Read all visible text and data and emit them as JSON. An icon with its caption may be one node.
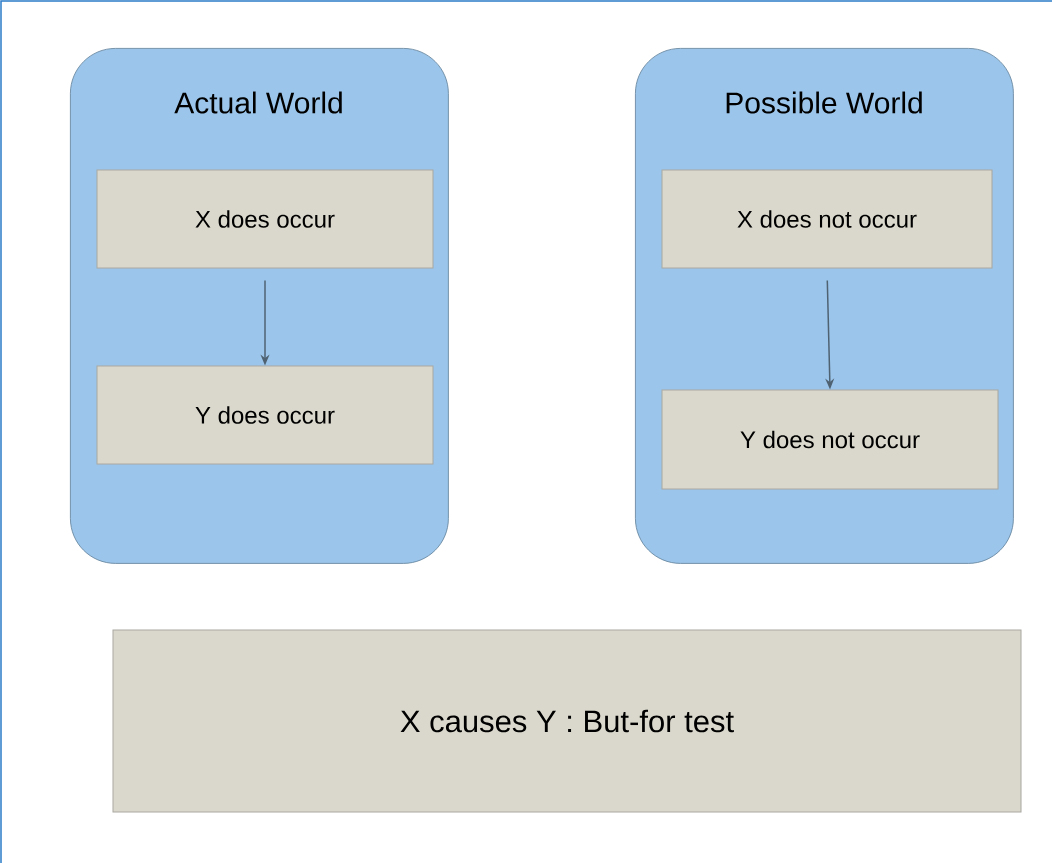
{
  "diagram": {
    "nodes": [
      {
        "text": [
          "Actual World"
        ]
      },
      {
        "text": [
          "X does occur"
        ],
        "in": 0
      },
      {
        "text": [
          "Y does occur"
        ],
        "in": 0
      },
      {
        "text": [
          "Possible World"
        ]
      },
      {
        "text": [
          "X does not occur"
        ],
        "in": 3
      },
      {
        "text": [
          "Y does not occur"
        ],
        "in": 3
      },
      {
        "text": [
          "X causes Y : But-for test"
        ]
      }
    ],
    "edges": [
      {
        "from": 1,
        "to": 2,
        "arrow": "to"
      },
      {
        "from": 4,
        "to": 5,
        "arrow": "to"
      }
    ]
  }
}
